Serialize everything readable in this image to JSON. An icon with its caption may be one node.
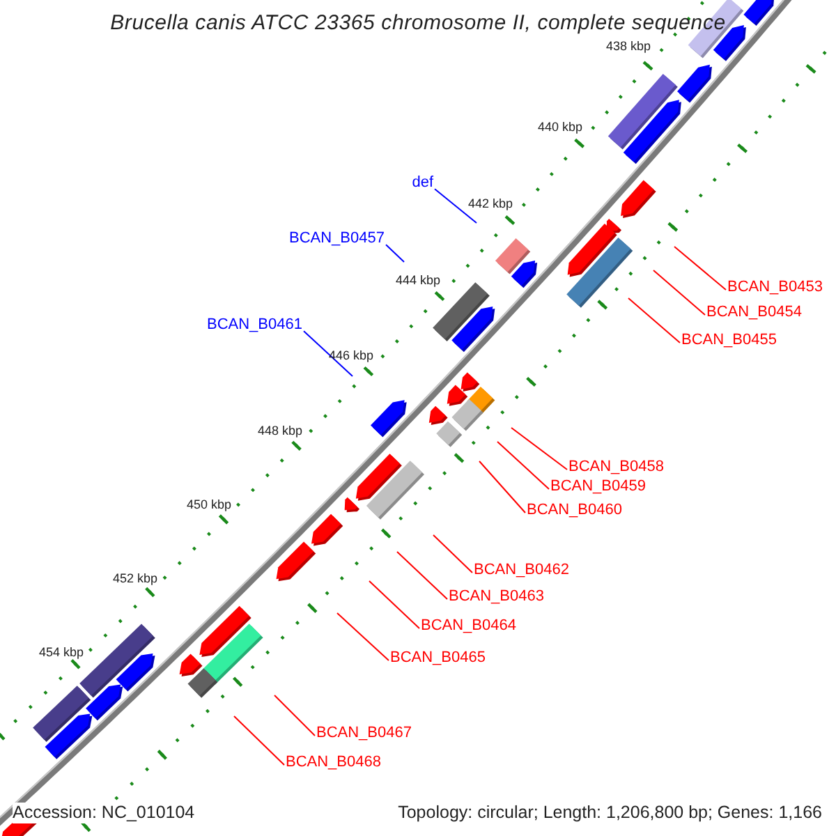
{
  "diagram": {
    "title": "Brucella canis ATCC 23365 chromosome II, complete sequence",
    "nodes": [
      {
        "text": [
          "def"
        ]
      },
      {
        "text": [
          "BCAN_B0457"
        ]
      },
      {
        "text": [
          "BCAN_B0453"
        ]
      },
      {
        "text": [
          "BCAN_B0454"
        ]
      },
      {
        "text": [
          "BCAN_B0461"
        ]
      },
      {
        "text": [
          "BCAN_B0455"
        ]
      },
      {
        "text": [
          "BCAN_B0458"
        ]
      },
      {
        "text": [
          "BCAN_B0459"
        ]
      },
      {
        "text": [
          "BCAN_B0460"
        ]
      },
      {
        "text": [
          "BCAN_B0462"
        ]
      },
      {
        "text": [
          "BCAN_B0463"
        ]
      },
      {
        "text": [
          "BCAN_B0464"
        ]
      },
      {
        "text": [
          "BCAN_B0465"
        ]
      },
      {
        "text": [
          "BCAN_B0467"
        ]
      },
      {
        "text": [
          "BCAN_B0468"
        ]
      }
    ],
    "edges": [
      {
        "from": 0,
        "to": null,
        "arrow": "none",
        "color": "#0000ff"
      },
      {
        "from": 1,
        "to": null,
        "arrow": "none",
        "color": "#0000ff"
      },
      {
        "from": 2,
        "to": null,
        "arrow": "none"
      },
      {
        "from": 3,
        "to": null,
        "arrow": "none"
      },
      {
        "from": 4,
        "to": null,
        "arrow": "none",
        "color": "#0000ff"
      },
      {
        "from": 5,
        "to": null,
        "arrow": "none"
      },
      {
        "from": 6,
        "to": null,
        "arrow": "none"
      },
      {
        "from": 7,
        "to": null,
        "arrow": "none"
      },
      {
        "from": 8,
        "to": null,
        "arrow": "none"
      },
      {
        "from": 9,
        "to": null,
        "arrow": "none"
      },
      {
        "from": 10,
        "to": null,
        "arrow": "none"
      },
      {
        "from": 11,
        "to": null,
        "arrow": "none"
      },
      {
        "from": 12,
        "to": null,
        "arrow": "none"
      },
      {
        "from": 13,
        "to": null,
        "arrow": "none"
      },
      {
        "from": 14,
        "to": null,
        "arrow": "none"
      }
    ],
    "labels": [
      "438 kbp",
      "440 kbp",
      "442 kbp",
      "444 kbp",
      "446 kbp",
      "448 kbp",
      "450 kbp",
      "452 kbp",
      "454 kbp",
      "Accession: NC_010104",
      "Topology: circular; Length: 1,206,800 bp; Genes: 1,166"
    ]
  }
}
